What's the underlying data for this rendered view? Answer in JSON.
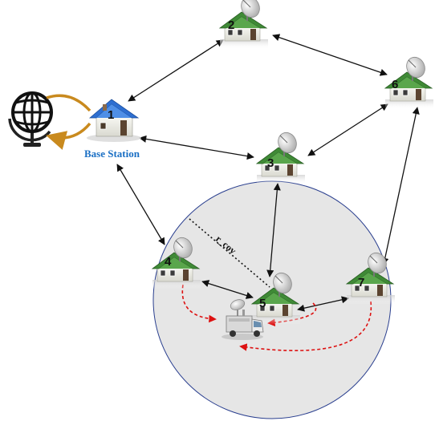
{
  "diagram": {
    "base_station_label": "Base Station",
    "coverage_label": "r_cov",
    "nodes": [
      {
        "id": "1",
        "label": "1",
        "kind": "base-station-house"
      },
      {
        "id": "2",
        "label": "2",
        "kind": "house-with-dish"
      },
      {
        "id": "3",
        "label": "3",
        "kind": "house-with-dish"
      },
      {
        "id": "4",
        "label": "4",
        "kind": "house-with-dish"
      },
      {
        "id": "5",
        "label": "5",
        "kind": "house-with-dish"
      },
      {
        "id": "6",
        "label": "6",
        "kind": "house-with-dish"
      },
      {
        "id": "7",
        "label": "7",
        "kind": "house-with-dish"
      }
    ],
    "links": [
      {
        "from": "1",
        "to": "2",
        "style": "bidirectional"
      },
      {
        "from": "2",
        "to": "6",
        "style": "bidirectional"
      },
      {
        "from": "1",
        "to": "3",
        "style": "bidirectional"
      },
      {
        "from": "3",
        "to": "6",
        "style": "bidirectional"
      },
      {
        "from": "1",
        "to": "4",
        "style": "bidirectional"
      },
      {
        "from": "3",
        "to": "5",
        "style": "bidirectional"
      },
      {
        "from": "6",
        "to": "7",
        "style": "bidirectional"
      },
      {
        "from": "4",
        "to": "5",
        "style": "bidirectional"
      },
      {
        "from": "5",
        "to": "7",
        "style": "bidirectional"
      }
    ],
    "data_flows_to_vehicle": [
      "4",
      "5",
      "7"
    ],
    "icons": [
      "globe-icon",
      "satellite-truck-icon"
    ],
    "colors": {
      "base_station_label": "#1a6fc4",
      "roof_green": "#3f8a36",
      "roof_blue": "#2e6fd1",
      "coverage_fill": "#e6e6e6",
      "coverage_stroke": "#2a3f8f",
      "flow_arrow": "#dd1111",
      "globe_arrow": "#c98a1e"
    }
  }
}
